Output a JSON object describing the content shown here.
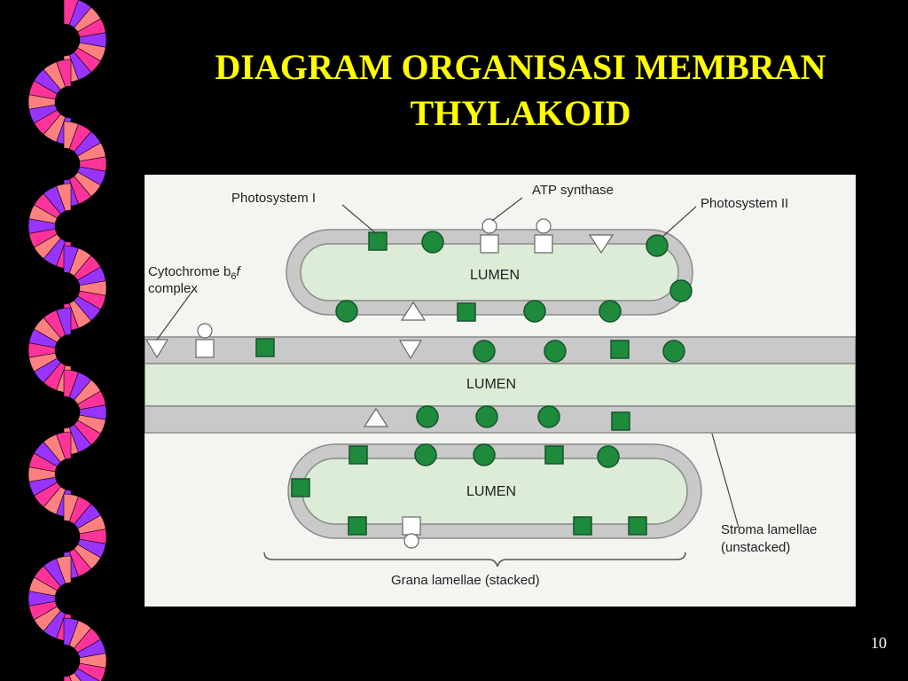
{
  "slide": {
    "title_line1": "DIAGRAM ORGANISASI MEMBRAN",
    "title_line2": "THYLAKOID",
    "page_number": "10"
  },
  "diagram": {
    "labels": {
      "photosystem_1": "Photosystem I",
      "atp_synthase": "ATP synthase",
      "photosystem_2": "Photosystem II",
      "cytochrome_main": "Cytochrome b",
      "cytochrome_sub": "6",
      "cytochrome_f": "f",
      "cytochrome_line2": "complex",
      "stroma_line1": "Stroma lamellae",
      "stroma_line2": "(unstacked)",
      "grana": "Grana lamellae (stacked)"
    },
    "lumen_labels": [
      "LUMEN",
      "LUMEN",
      "LUMEN"
    ],
    "colors": {
      "membrane": "#c9c9c9",
      "membrane_edge": "#8a8a8a",
      "lumen": "#dcecd6",
      "photosystem": "#1e8a3c",
      "photosystem_edge": "#14542a",
      "title": "#ffff00",
      "border_pink": "#ff3399",
      "border_purple": "#9933ff",
      "border_salmon": "#ff8080"
    },
    "legend_shapes": {
      "green_square": "Photosystem I",
      "green_circle": "Photosystem II",
      "white_circle_on_square": "ATP synthase",
      "white_triangle": "Cytochrome b6f complex"
    }
  }
}
